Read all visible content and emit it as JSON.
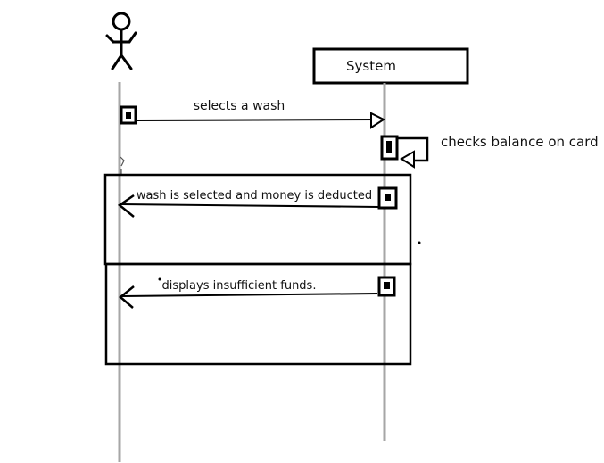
{
  "diagram": {
    "system_label": "System",
    "messages": [
      {
        "label": "selects a wash"
      },
      {
        "label": "checks balance on card"
      },
      {
        "label": "wash is selected and money is deducted"
      },
      {
        "label": "displays insufficient funds."
      }
    ]
  },
  "colors": {
    "ink": "#000000",
    "lifeline": "#a6a6a6",
    "background": "#ffffff"
  }
}
